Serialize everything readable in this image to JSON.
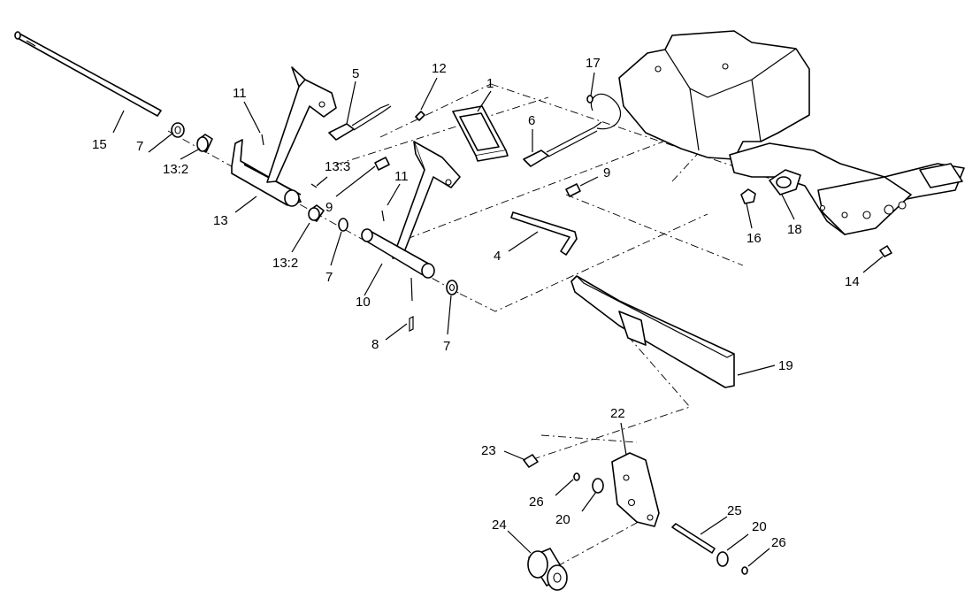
{
  "callouts": [
    {
      "id": "c1",
      "text": "1"
    },
    {
      "id": "c4",
      "text": "4"
    },
    {
      "id": "c5",
      "text": "5"
    },
    {
      "id": "c6",
      "text": "6"
    },
    {
      "id": "c7a",
      "text": "7"
    },
    {
      "id": "c7b",
      "text": "7"
    },
    {
      "id": "c7c",
      "text": "7"
    },
    {
      "id": "c8",
      "text": "8"
    },
    {
      "id": "c9a",
      "text": "9"
    },
    {
      "id": "c9b",
      "text": "9"
    },
    {
      "id": "c10",
      "text": "10"
    },
    {
      "id": "c11a",
      "text": "11"
    },
    {
      "id": "c11b",
      "text": "11"
    },
    {
      "id": "c12",
      "text": "12"
    },
    {
      "id": "c13",
      "text": "13"
    },
    {
      "id": "c13_2a",
      "text": "13:2"
    },
    {
      "id": "c13_2b",
      "text": "13:2"
    },
    {
      "id": "c13_3",
      "text": "13:3"
    },
    {
      "id": "c14",
      "text": "14"
    },
    {
      "id": "c15",
      "text": "15"
    },
    {
      "id": "c16",
      "text": "16"
    },
    {
      "id": "c17",
      "text": "17"
    },
    {
      "id": "c18",
      "text": "18"
    },
    {
      "id": "c19",
      "text": "19"
    },
    {
      "id": "c20a",
      "text": "20"
    },
    {
      "id": "c20b",
      "text": "20"
    },
    {
      "id": "c22",
      "text": "22"
    },
    {
      "id": "c23",
      "text": "23"
    },
    {
      "id": "c24",
      "text": "24"
    },
    {
      "id": "c25",
      "text": "25"
    },
    {
      "id": "c26a",
      "text": "26"
    },
    {
      "id": "c26b",
      "text": "26"
    }
  ]
}
